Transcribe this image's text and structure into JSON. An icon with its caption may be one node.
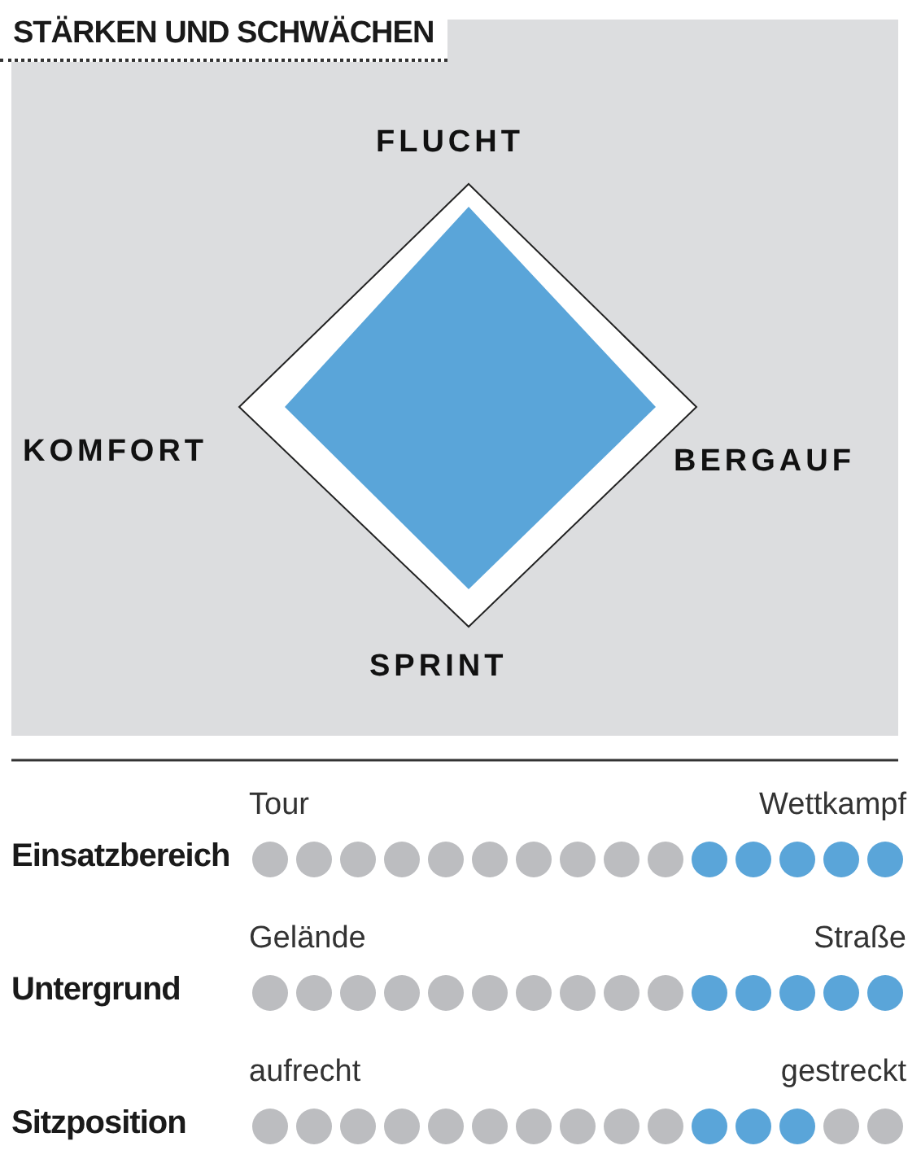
{
  "diagram": {
    "title": "STÄRKEN UND SCHWÄCHEN",
    "labels": [
      "FLUCHT",
      "KOMFORT",
      "BERGAUF",
      "SPRINT",
      "Tour",
      "Wettkampf",
      "Einsatzbereich",
      "Gelände",
      "Straße",
      "Untergrund",
      "aufrecht",
      "gestreckt",
      "Sitzposition"
    ]
  }
}
